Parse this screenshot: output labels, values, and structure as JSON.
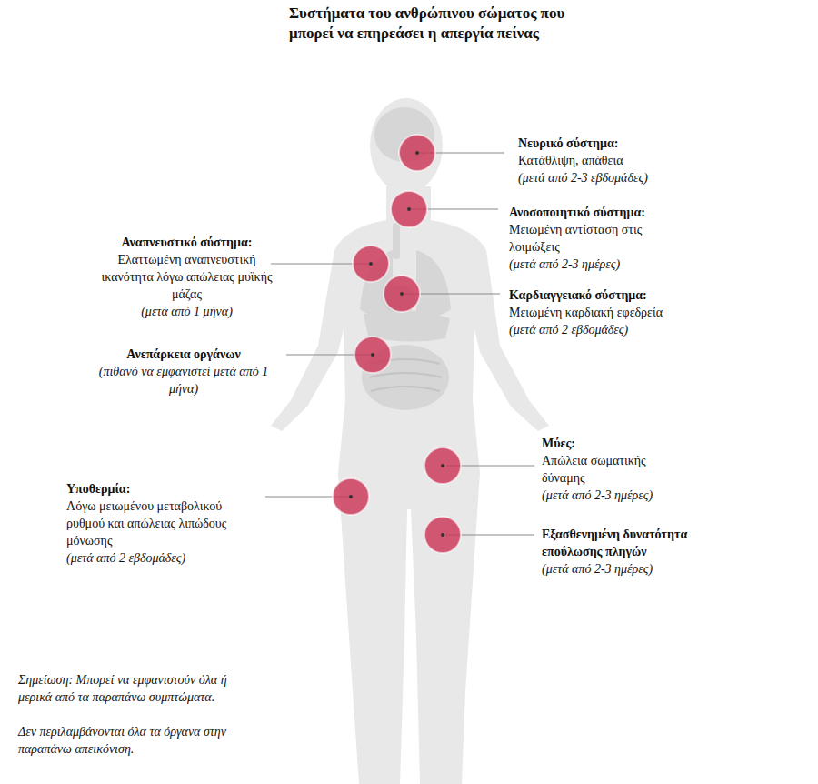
{
  "diagram": {
    "title": "Συστήματα του ανθρώπινου σώματος που μπορεί να επηρεάσει η απεργία πείνας",
    "labels": [
      "Νευρικό σύστημα:",
      "Κατάθλιψη, απάθεια",
      "(μετά από 2-3 εβδομάδες)",
      "Ανοσοποιητικό σύστημα:",
      "Μειωμένη αντίσταση στις λοιμώξεις",
      "(μετά από 2-3 ημέρες)",
      "Αναπνευστικό σύστημα:",
      "Ελαττωμένη αναπνευστική ικανότητα λόγω απώλειας μυϊκής μάζας",
      "(μετά από 1 μήνα)",
      "Καρδιαγγειακό σύστημα:",
      "Μειωμένη καρδιακή εφεδρεία",
      "(μετά από 2 εβδομάδες)",
      "Ανεπάρκεια οργάνων",
      "(πιθανό να εμφανιστεί μετά από 1 μήνα)",
      "Μύες:",
      "Απώλεια σωματικής δύναμης",
      "(μετά από 2-3 ημέρες)",
      "Υποθερμία:",
      "Λόγω μειωμένου μεταβολικού ρυθμού και απώλειας λιπώδους μόνωσης",
      "(μετά από 2 εβδομάδες)",
      "Εξασθενημένη δυνατότητα επούλωσης πληγών",
      "(μετά από 2-3 ημέρες)",
      "Σημείωση: Μπορεί να εμφανιστούν όλα ή μερικά από τα παραπάνω συμπτώματα.",
      "Δεν περιλαμβάνονται όλα τα όργανα στην παραπάνω απεικόνιση."
    ]
  }
}
